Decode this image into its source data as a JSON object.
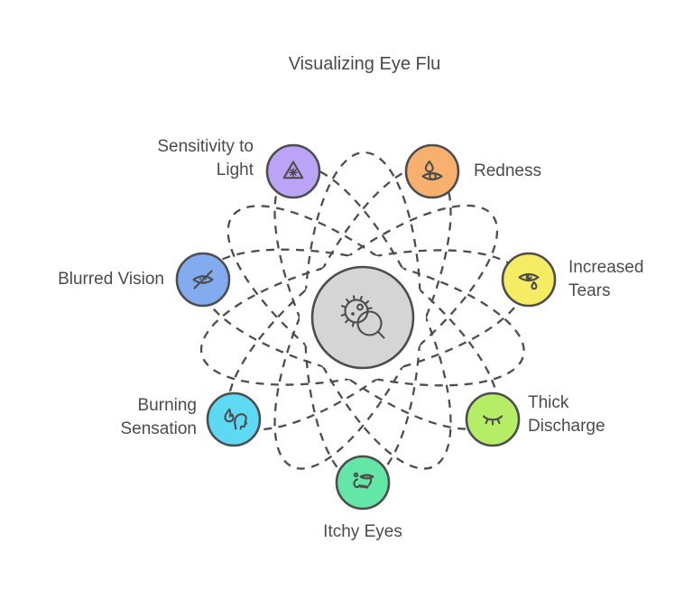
{
  "title": "Visualizing Eye Flu",
  "style": {
    "line_color": "#4d4d4d",
    "text_color": "#4b4b4b",
    "background": "#ffffff"
  },
  "center": {
    "name": "eye-flu-cause",
    "icon": "germ-magnifier-icon",
    "fill": "#d5d5d5"
  },
  "nodes": [
    {
      "id": "sensitivity-to-light",
      "label": "Sensitivity to\nLight",
      "icon": "light-warning-triangle-icon",
      "color": "#bba4f6",
      "label_side": "left"
    },
    {
      "id": "redness",
      "label": "Redness",
      "icon": "eye-with-drop-icon",
      "color": "#f8b06e",
      "label_side": "right"
    },
    {
      "id": "increased-tears",
      "label": "Increased\nTears",
      "icon": "teary-eye-icon",
      "color": "#f6ec63",
      "label_side": "right"
    },
    {
      "id": "thick-discharge",
      "label": "Thick\nDischarge",
      "icon": "closed-eye-lashes-icon",
      "color": "#b5ee66",
      "label_side": "right"
    },
    {
      "id": "itchy-eyes",
      "label": "Itchy Eyes",
      "icon": "itchy-eye-hand-icon",
      "color": "#64e7a6",
      "label_side": "bottom"
    },
    {
      "id": "burning-sensation",
      "label": "Burning\nSensation",
      "icon": "flame-face-icon",
      "color": "#5ed9f4",
      "label_side": "left"
    },
    {
      "id": "blurred-vision",
      "label": "Blurred Vision",
      "icon": "blurred-eye-slash-icon",
      "color": "#83abf0",
      "label_side": "left"
    }
  ]
}
